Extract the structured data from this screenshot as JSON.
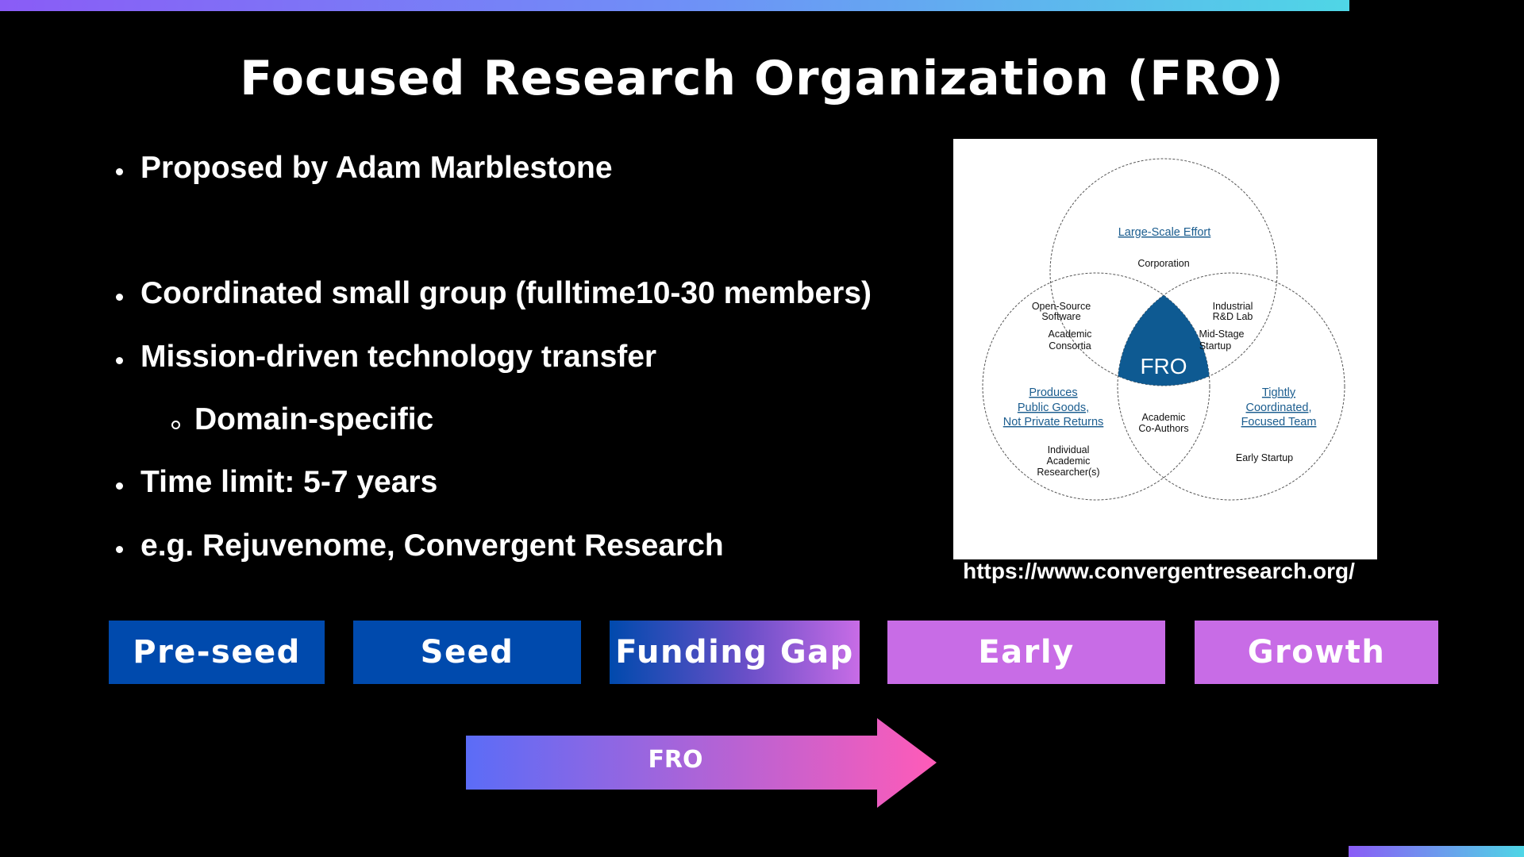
{
  "slide": {
    "title": "Focused Research Organization (FRO)"
  },
  "bullets": [
    {
      "text": "Proposed by Adam Marblestone",
      "level": 1
    },
    {
      "text": "Coordinated small group (fulltime10-30 members)",
      "level": 1
    },
    {
      "text": "Mission-driven technology transfer",
      "level": 1
    },
    {
      "text": "Domain-specific",
      "level": 2
    },
    {
      "text": "Time limit: 5-7 years",
      "level": 1
    },
    {
      "text": "e.g. Rejuvenome, Convergent Research",
      "level": 1
    }
  ],
  "venn": {
    "top_heading": "Large-Scale Effort",
    "top_example": "Corporation",
    "left_heading": [
      "Produces",
      "Public Goods,",
      "Not Private Returns"
    ],
    "left_example": [
      "Individual",
      "Academic",
      "Researcher(s)"
    ],
    "right_heading": [
      "Tightly",
      "Coordinated,",
      "Focused Team"
    ],
    "right_example": "Early Startup",
    "top_left_overlap": [
      "Open-Source",
      "Software"
    ],
    "top_left_overlap_2": [
      "Academic",
      "Consortia"
    ],
    "top_right_overlap": [
      "Industrial",
      "R&D Lab"
    ],
    "top_right_overlap_2": [
      "Mid-Stage",
      "Startup"
    ],
    "bottom_overlap": [
      "Academic",
      "Co-Authors"
    ],
    "center": "FRO",
    "colors": {
      "center": "#0e5a92",
      "heading": "#1b5d8f",
      "circle": "#555555"
    }
  },
  "source_url": "https://www.convergentresearch.org/",
  "stages": [
    {
      "label": "Pre-seed",
      "color": "#004aad"
    },
    {
      "label": "Seed",
      "color": "#004aad"
    },
    {
      "label": "Funding Gap",
      "color": "gradient"
    },
    {
      "label": "Early",
      "color": "#c86ce6"
    },
    {
      "label": "Growth",
      "color": "#c86ce6"
    }
  ],
  "arrow": {
    "label": "FRO",
    "color_start": "#5b6cf7",
    "color_end": "#ff5bb8"
  }
}
